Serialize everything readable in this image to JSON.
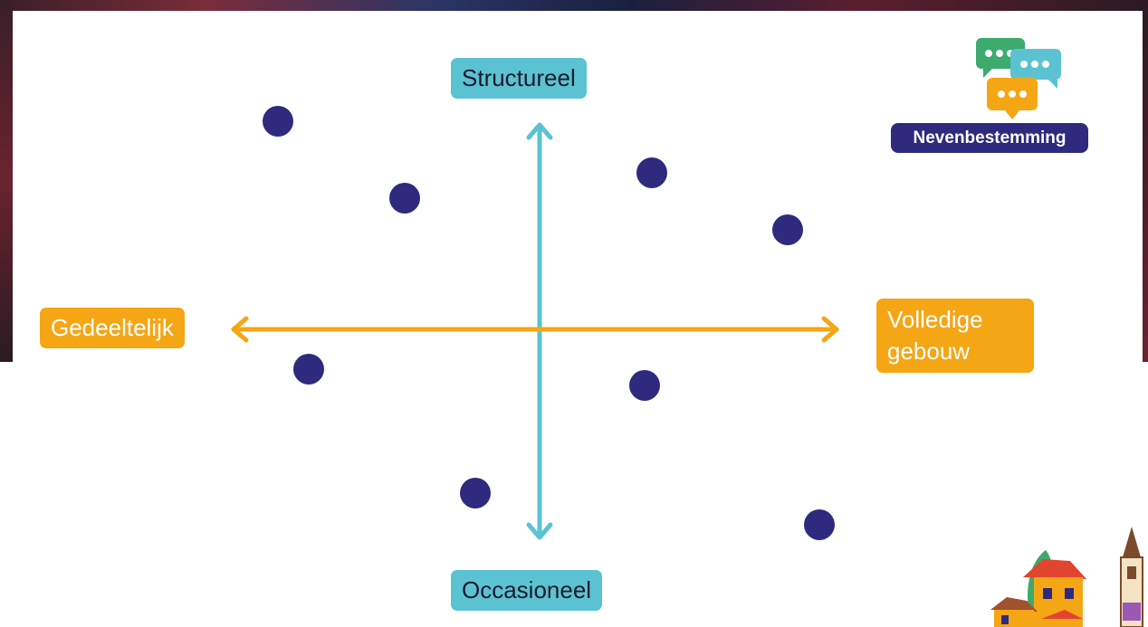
{
  "axes": {
    "top_label": "Structureel",
    "bottom_label": "Occasioneel",
    "left_label": "Gedeeltelijk",
    "right_label_line1": "Volledige",
    "right_label_line2": "gebouw"
  },
  "logo": {
    "name": "Nevenbestemming",
    "icon": "speech-bubbles-icon"
  },
  "illustration": {
    "icon": "village-icon"
  },
  "points": [
    {
      "quadrant": "top-left",
      "label": ""
    },
    {
      "quadrant": "top-left",
      "label": ""
    },
    {
      "quadrant": "top-right",
      "label": ""
    },
    {
      "quadrant": "top-right",
      "label": ""
    },
    {
      "quadrant": "bottom-left",
      "label": ""
    },
    {
      "quadrant": "bottom-right",
      "label": ""
    },
    {
      "quadrant": "bottom-left",
      "label": ""
    },
    {
      "quadrant": "bottom-right",
      "label": ""
    }
  ],
  "colors": {
    "vertical_axis": "#5bc2d1",
    "horizontal_axis": "#f5a614",
    "dots": "#2e2a7e",
    "logo_badge": "#2e2a7e"
  }
}
